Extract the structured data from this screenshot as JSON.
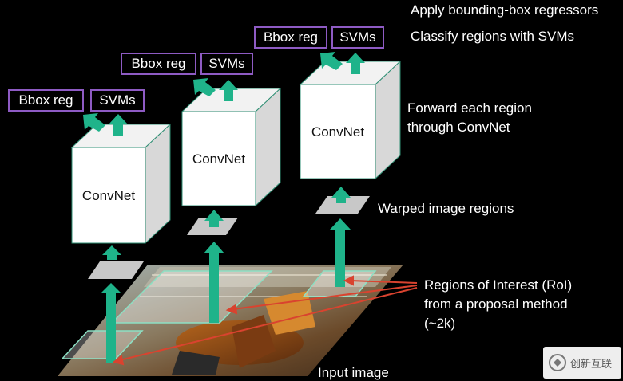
{
  "labels": {
    "apply": "Apply bounding-box regressors",
    "classify": "Classify regions with SVMs",
    "forward": [
      "Forward each region",
      "through  ConvNet"
    ],
    "warped": "Warped image regions",
    "roi": [
      "Regions of Interest (RoI)",
      "from a proposal method",
      "(~2k)"
    ],
    "input": "Input image"
  },
  "heads": [
    {
      "bbox": "Bbox reg",
      "svm": "SVMs"
    },
    {
      "bbox": "Bbox reg",
      "svm": "SVMs"
    },
    {
      "bbox": "Bbox reg",
      "svm": "SVMs"
    }
  ],
  "cubes": [
    "ConvNet",
    "ConvNet",
    "ConvNet"
  ],
  "colors": {
    "arrow": "#1fb38a",
    "box_border": "#8e5bc4",
    "roi_arrow": "#d9432f",
    "cube_front": "#ffffff",
    "cube_side": "#dcdcdc",
    "cube_edge": "#2f8f74"
  }
}
